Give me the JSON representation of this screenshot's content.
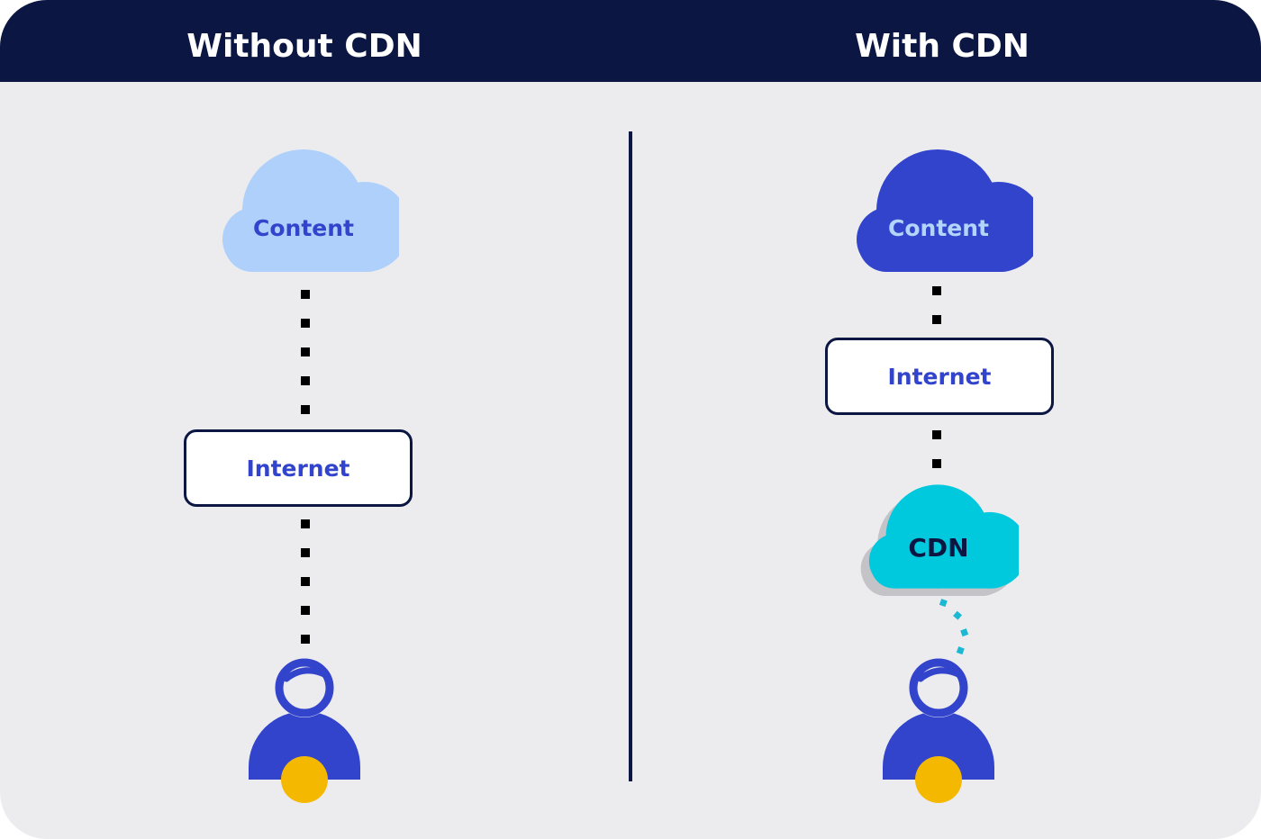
{
  "headings": {
    "left": "Without CDN",
    "right": "With CDN"
  },
  "without_cdn": {
    "content_label": "Content",
    "internet_label": "Internet"
  },
  "with_cdn": {
    "content_label": "Content",
    "internet_label": "Internet",
    "cdn_label": "CDN"
  },
  "colors": {
    "header": "#0b1742",
    "background": "#ececef",
    "content_cloud_light": "#aed0fb",
    "content_cloud_dark": "#3344cc",
    "cdn_cloud": "#00c8dd",
    "user": "#3344cc",
    "user_badge": "#f5b800",
    "dotted_link": "#000000",
    "cdn_dotted_link": "#1ab8d2"
  },
  "icons": [
    "cloud-icon",
    "user-icon"
  ]
}
